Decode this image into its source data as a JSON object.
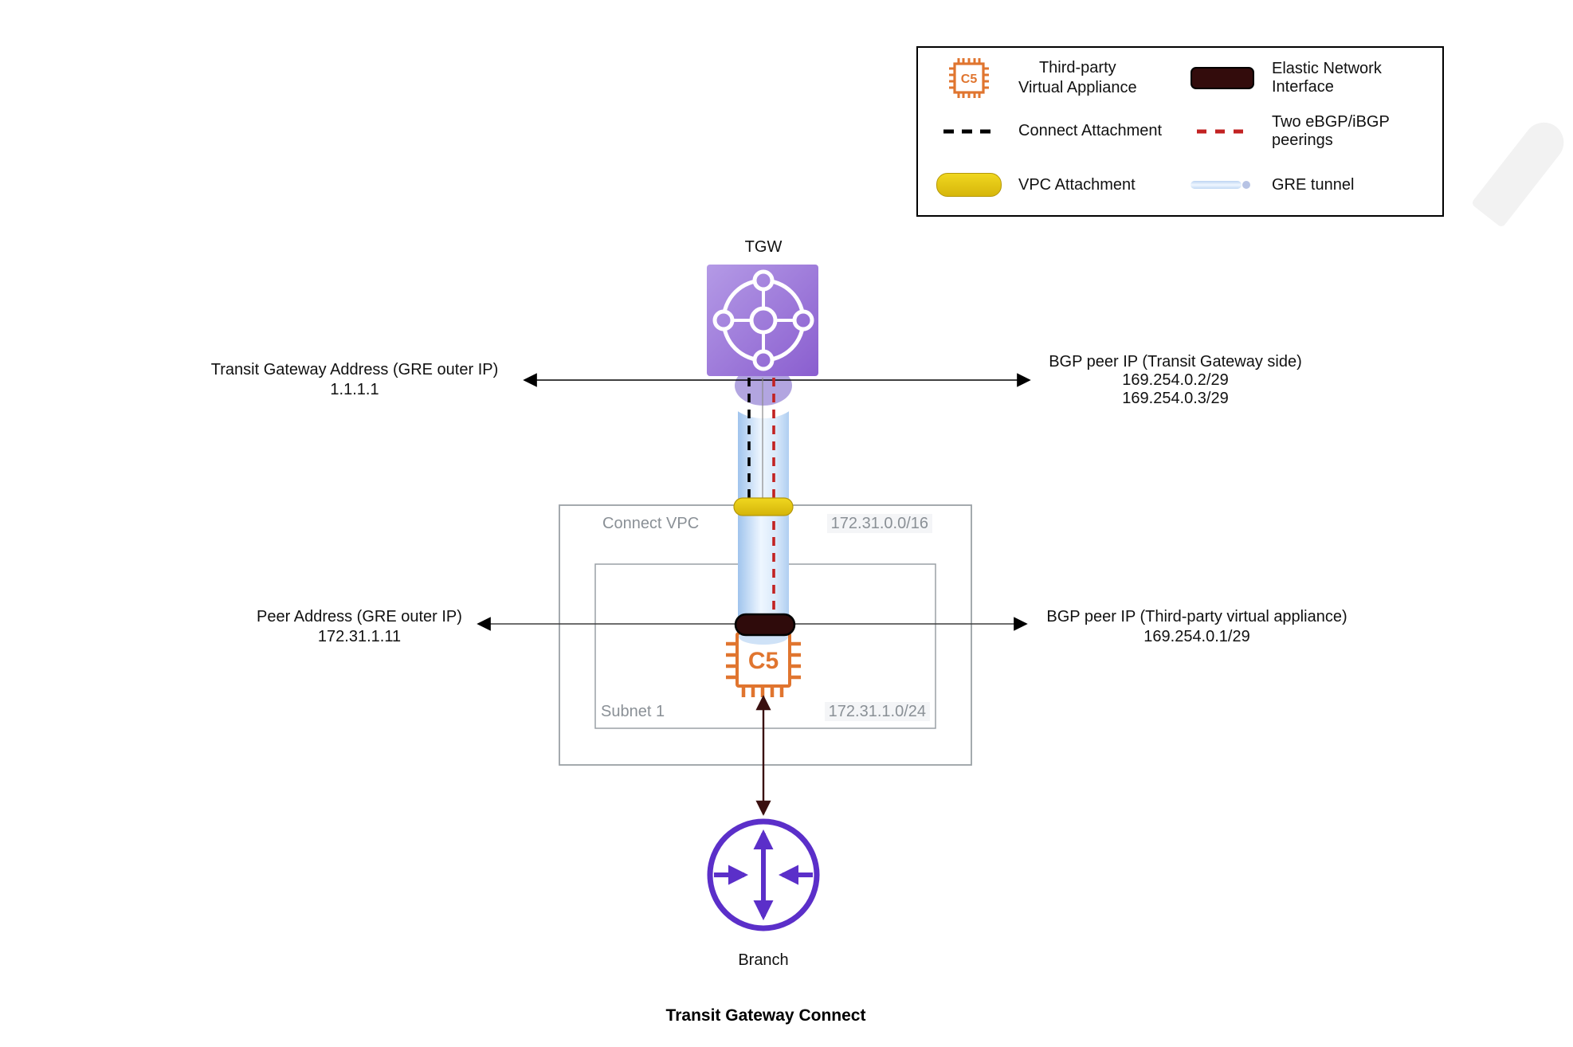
{
  "diagram_title": "Transit Gateway Connect",
  "legend": {
    "chip_text": "C5",
    "rows": [
      {
        "left": {
          "icon": "c5-chip",
          "label": "Third-party\nVirtual Appliance"
        },
        "right": {
          "icon": "eni-swatch",
          "label": "Elastic Network Interface"
        }
      },
      {
        "left": {
          "icon": "black-dashed-line",
          "label": "Connect Attachment"
        },
        "right": {
          "icon": "red-dashed-line",
          "label": "Two eBGP/iBGP peerings"
        }
      },
      {
        "left": {
          "icon": "vpc-attachment-pill",
          "label": "VPC Attachment"
        },
        "right": {
          "icon": "gre-tunnel-line",
          "label": "GRE tunnel"
        }
      }
    ]
  },
  "tgw": {
    "label": "TGW"
  },
  "appliance": {
    "chip_text": "C5"
  },
  "branch": {
    "label": "Branch"
  },
  "vpc": {
    "name": "Connect VPC",
    "cidr": "172.31.0.0/16"
  },
  "subnet": {
    "name": "Subnet 1",
    "cidr": "172.31.1.0/24"
  },
  "annotations": {
    "tgw_gre": {
      "lines": [
        "Transit Gateway Address (GRE outer IP)",
        "1.1.1.1"
      ]
    },
    "bgp_tgw": {
      "lines": [
        "BGP peer IP (Transit Gateway side)",
        "169.254.0.2/29",
        "169.254.0.3/29"
      ]
    },
    "peer_gre": {
      "lines": [
        "Peer Address (GRE outer IP)",
        "172.31.1.11"
      ]
    },
    "bgp_appliance": {
      "lines": [
        "BGP peer IP (Third-party virtual appliance)",
        "169.254.0.1/29"
      ]
    }
  },
  "colors": {
    "tgw_purple_light": "#b49ae6",
    "tgw_purple_dark": "#8a5ecf",
    "branch_purple": "#5b2fc9",
    "appliance_orange": "#e0752f",
    "eni_dark": "#330c0c",
    "vpc_attachment_yellow": "#e8ca18",
    "bgp_peering_red": "#c22222",
    "gre_tunnel_blue": "#a0c4ed",
    "box_border_gray": "#9aa0a6",
    "muted_text_gray": "#8a9096"
  }
}
